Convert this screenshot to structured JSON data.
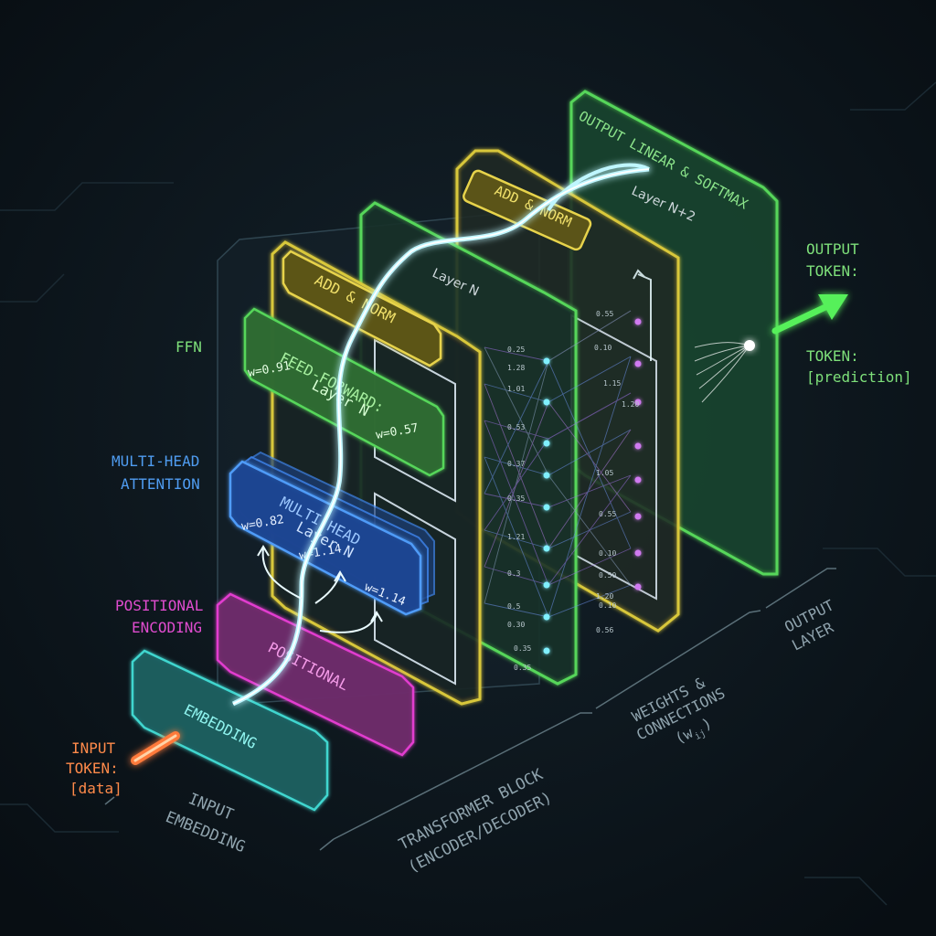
{
  "colors": {
    "background": "#0b1319",
    "green": "#57d65a",
    "yellow": "#d8c73a",
    "blue": "#3f86f0",
    "pink": "#e23ccf",
    "cyan": "#3fd6cf",
    "orange": "#ff7a3a",
    "glow": "#e9fbff",
    "purple": "#a15be0"
  },
  "blocks": {
    "output_linear": "OUTPUT LINEAR & SOFTMAX",
    "add_norm_top": "ADD & NORM",
    "add_norm_front": "ADD & NORM",
    "feed_forward_line1": "FEED-FORWARD:",
    "feed_forward_line2": "Layer N",
    "multi_head_line1": "MULTI-HEAD",
    "multi_head_line2": "Layer N",
    "positional": "POSITIONAL",
    "embedding": "EMBEDDING",
    "layer_n": "Layer N",
    "layer_n2": "Layer N+2"
  },
  "weights": {
    "ffn_left": "w=0.91",
    "ffn_right": "w=0.57",
    "mh_left": "w=0.82",
    "mh_mid": "w=1.14",
    "mh_right": "w=1.14"
  },
  "side_labels": {
    "ffn": "FFN",
    "mha_line1": "MULTI-HEAD",
    "mha_line2": "ATTENTION",
    "pos_line1": "POSITIONAL",
    "pos_line2": "ENCODING",
    "input_line1": "INPUT",
    "input_line2": "TOKEN:",
    "input_line3": "[data]",
    "output_line1": "OUTPUT",
    "output_line2": "TOKEN:",
    "token_line1": "TOKEN:",
    "token_line2": "[prediction]"
  },
  "section_labels": {
    "input_embedding_line1": "INPUT",
    "input_embedding_line2": "EMBEDDING",
    "transformer_line1": "TRANSFORMER BLOCK",
    "transformer_line2": "(ENCODER/DECODER)",
    "weights_line1": "WEIGHTS &",
    "weights_line2": "CONNECTIONS",
    "weights_line3": "(w",
    "weights_sub": "ij",
    "weights_close": ")",
    "output_layer_line1": "OUTPUT",
    "output_layer_line2": "LAYER"
  },
  "node_values_a": [
    "0.25",
    "1.28",
    "1.01",
    "0.53",
    "0.37",
    "0.35",
    "1.21",
    "0.3",
    "0.5",
    "0.30",
    "0.35",
    "0.35"
  ],
  "node_values_b": [
    "0.55",
    "0.10",
    "1.15",
    "1.20",
    "1.05",
    "0.55",
    "0.10",
    "0.50",
    "0.10",
    "1.20",
    "0.56"
  ]
}
